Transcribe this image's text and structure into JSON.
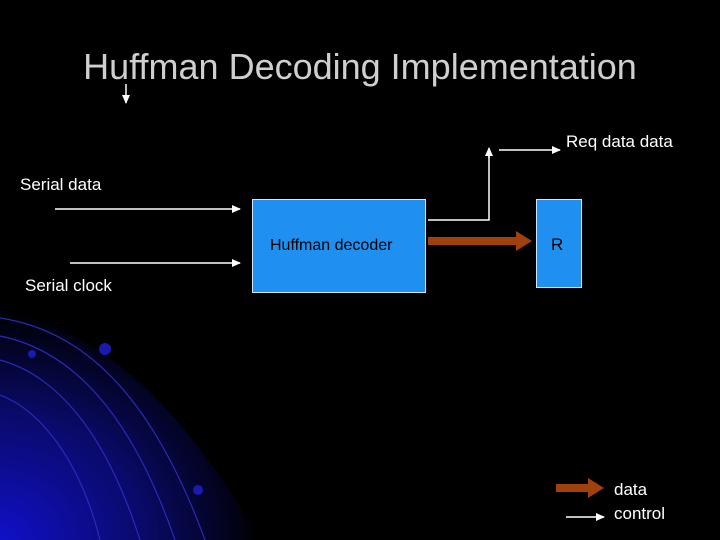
{
  "title": "Huffman Decoding Implementation",
  "labels": {
    "req_data": "Req data data",
    "serial_data": "Serial data",
    "serial_clock": "Serial clock",
    "decoder": "Huffman decoder",
    "register": "R"
  },
  "legend": {
    "data": "data",
    "control": "control"
  },
  "colors": {
    "background": "#000000",
    "block_fill": "#1f8ff0",
    "data_arrow": "#a0400c",
    "control_arrow": "#ffffff",
    "title": "#cfcfcf",
    "decor_blue": "#1a1aa8"
  }
}
